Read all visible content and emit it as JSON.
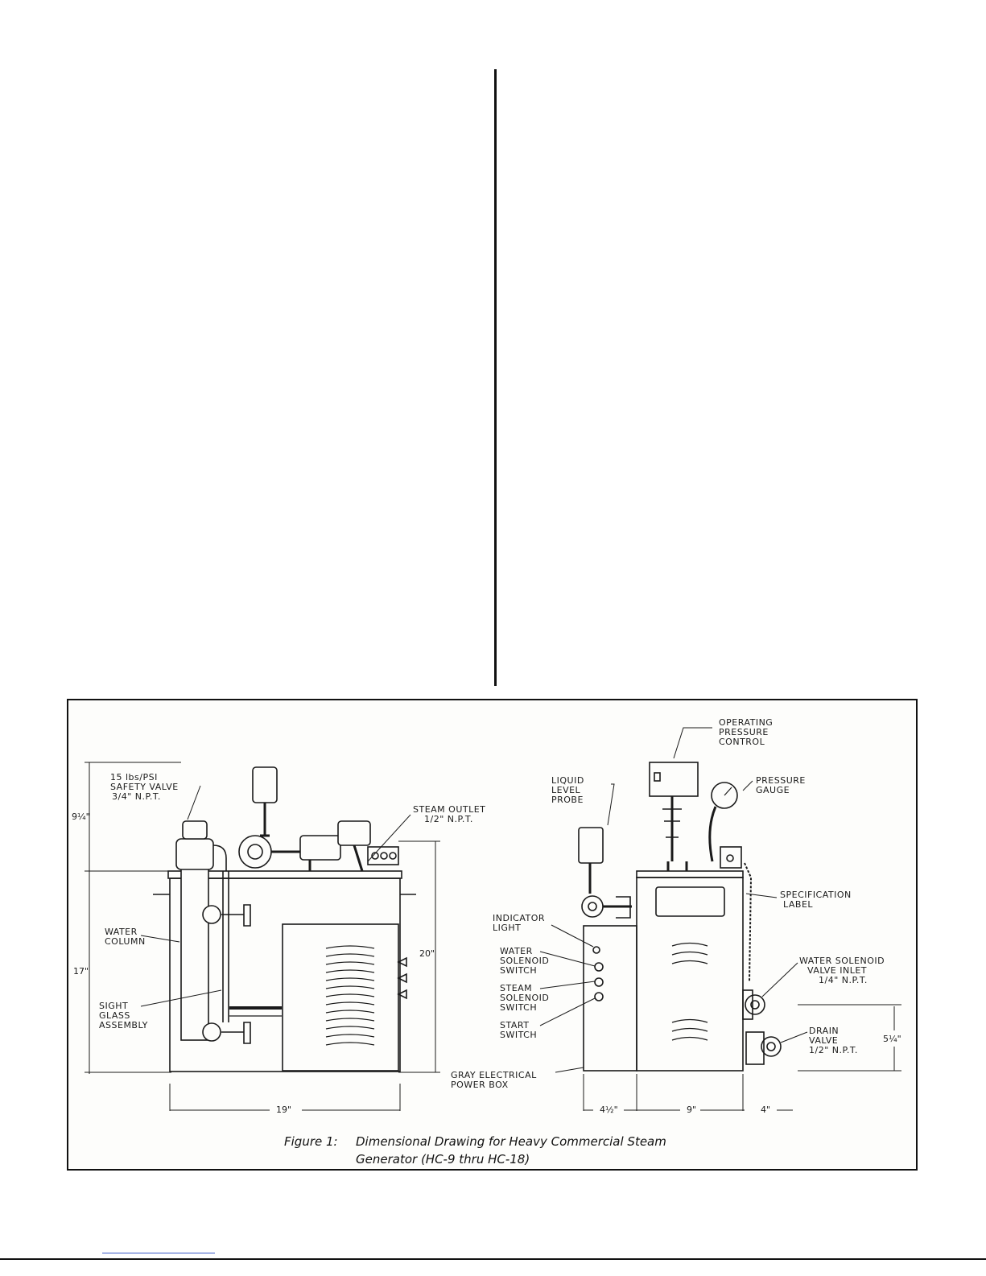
{
  "figure": {
    "caption_number": "Figure 1:",
    "caption_line1": "Dimensional Drawing for Heavy Commercial Steam",
    "caption_line2": "Generator (HC-9 thru HC-18)",
    "left_view": {
      "safety_valve": [
        "15 lbs/PSI",
        "SAFETY VALVE",
        "3/4\" N.P.T."
      ],
      "steam_outlet": [
        "STEAM OUTLET",
        "1/2\" N.P.T."
      ],
      "water_column": [
        "WATER",
        "COLUMN"
      ],
      "sight_glass": [
        "SIGHT",
        "GLASS",
        "ASSEMBLY"
      ],
      "dim_top": "9¼\"",
      "dim_height": "17\"",
      "dim_right": "20\"",
      "dim_width": "19\""
    },
    "right_view": {
      "operating_pressure": [
        "OPERATING",
        "PRESSURE",
        "CONTROL"
      ],
      "pressure_gauge": [
        "PRESSURE",
        "GAUGE"
      ],
      "liquid_level": [
        "LIQUID",
        "LEVEL",
        "PROBE"
      ],
      "specification": [
        "SPECIFICATION",
        "LABEL"
      ],
      "indicator_light": [
        "INDICATOR",
        "LIGHT"
      ],
      "water_solenoid_switch": [
        "WATER",
        "SOLENOID",
        "SWITCH"
      ],
      "steam_solenoid_switch": [
        "STEAM",
        "SOLENOID",
        "SWITCH"
      ],
      "start_switch": [
        "START",
        "SWITCH"
      ],
      "water_solenoid_inlet": [
        "WATER SOLENOID",
        "VALVE INLET",
        "1/4\" N.P.T."
      ],
      "drain_valve": [
        "DRAIN",
        "VALVE",
        "1/2\" N.P.T."
      ],
      "gray_box": [
        "GRAY ELECTRICAL",
        "POWER BOX"
      ],
      "dim_drain": "5¼\"",
      "dim_a": "4½\"",
      "dim_b": "9\"",
      "dim_c": "4\""
    }
  }
}
